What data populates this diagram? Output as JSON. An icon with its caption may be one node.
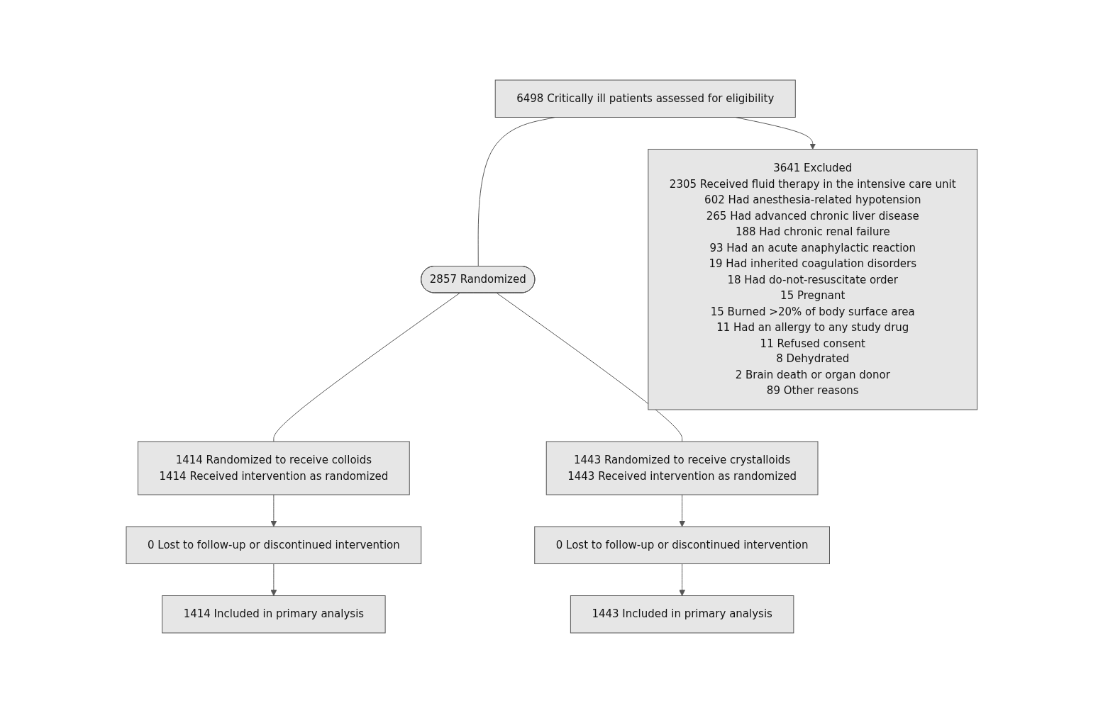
{
  "diagram": {
    "nodes": [
      {
        "text": [
          "6498 Critically ill patients assessed for eligibility"
        ]
      },
      {
        "text": [
          "3641 Excluded",
          "2305 Received fluid therapy in the intensive care unit",
          "602 Had anesthesia-related hypotension",
          "265 Had advanced chronic liver disease",
          "188 Had chronic renal failure",
          "93 Had an acute anaphylactic reaction",
          "19 Had inherited coagulation disorders",
          "18 Had do-not-resuscitate order",
          "15 Pregnant",
          "15 Burned >20% of body surface area",
          "11 Had an allergy to any study drug",
          "11 Refused consent",
          "8 Dehydrated",
          "2 Brain death or organ donor",
          "89 Other reasons"
        ]
      },
      {
        "text": [
          "2857 Randomized"
        ]
      },
      {
        "text": [
          "1414 Randomized to receive colloids",
          "1414 Received intervention as randomized"
        ]
      },
      {
        "text": [
          "1443 Randomized to receive crystalloids",
          "1443 Received intervention as randomized"
        ]
      },
      {
        "text": [
          "0 Lost to follow-up or discontinued intervention"
        ]
      },
      {
        "text": [
          "0 Lost to follow-up or discontinued intervention"
        ]
      },
      {
        "text": [
          "1414 Included in primary analysis"
        ]
      },
      {
        "text": [
          "1443 Included in primary analysis"
        ]
      }
    ],
    "edges": [
      {
        "from": 0,
        "to": 2,
        "arrow": "none"
      },
      {
        "from": 0,
        "to": 1,
        "arrow": "to"
      },
      {
        "from": 2,
        "to": 3,
        "arrow": "none"
      },
      {
        "from": 2,
        "to": 4,
        "arrow": "none"
      },
      {
        "from": 3,
        "to": 5,
        "arrow": "to"
      },
      {
        "from": 5,
        "to": 7,
        "arrow": "to"
      },
      {
        "from": 4,
        "to": 6,
        "arrow": "to"
      },
      {
        "from": 6,
        "to": 8,
        "arrow": "to"
      }
    ]
  }
}
